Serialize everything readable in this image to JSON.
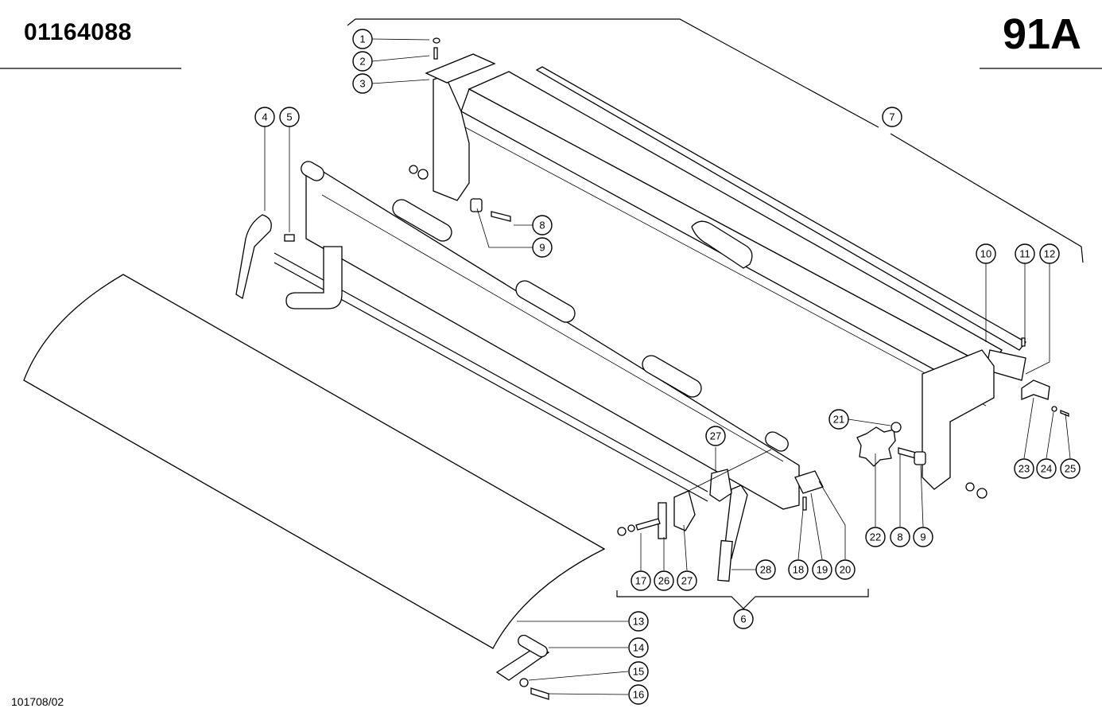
{
  "header": {
    "part_number": "01164088",
    "page_code": "91A"
  },
  "footer": {
    "drawing_code": "101708/02"
  },
  "callouts": [
    "1",
    "2",
    "3",
    "4",
    "5",
    "6",
    "7",
    "8",
    "9",
    "8",
    "9",
    "10",
    "11",
    "12",
    "13",
    "14",
    "15",
    "16",
    "17",
    "18",
    "19",
    "20",
    "21",
    "22",
    "23",
    "24",
    "25",
    "26",
    "27",
    "27",
    "28"
  ]
}
